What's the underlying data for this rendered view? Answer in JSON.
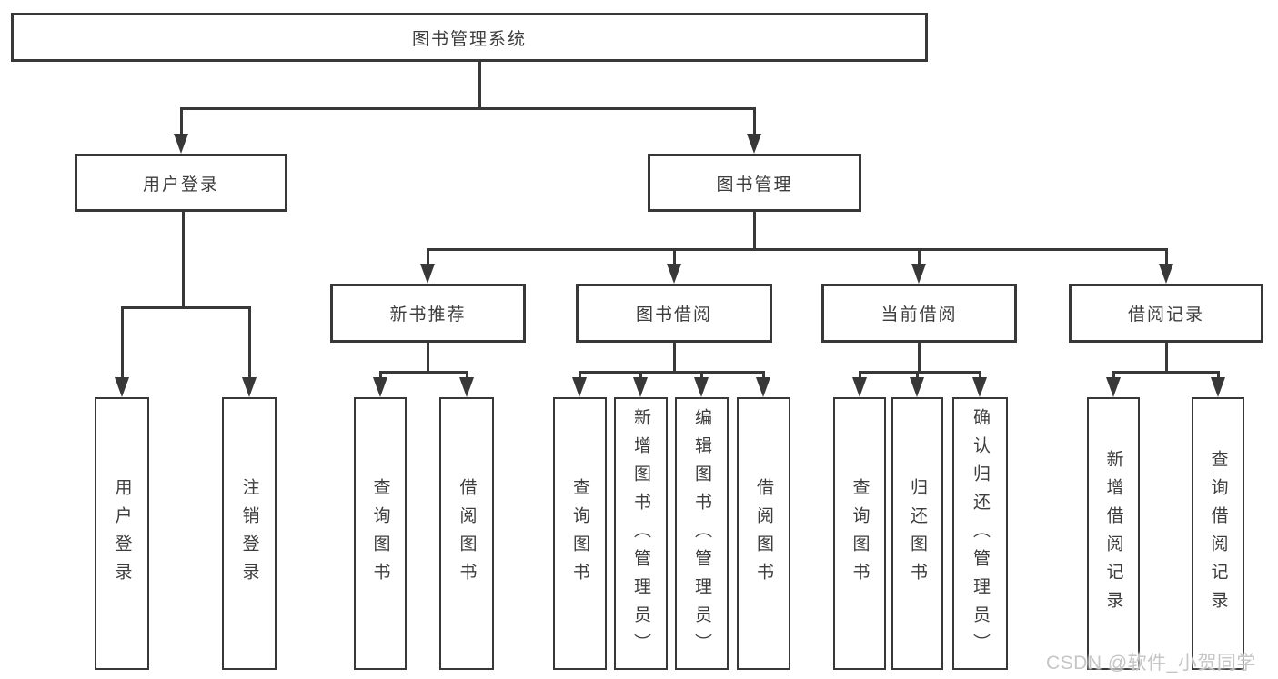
{
  "colors": {
    "line": "#383838",
    "box_border": "#383838",
    "text": "#3d3d3d",
    "watermark": "#c6c6c6",
    "background": "#ffffff"
  },
  "diagram": {
    "root": {
      "label": "图书管理系统",
      "children": [
        {
          "label": "用户登录",
          "children": [
            {
              "label": "用户登录"
            },
            {
              "label": "注销登录"
            }
          ]
        },
        {
          "label": "图书管理",
          "children": [
            {
              "label": "新书推荐",
              "children": [
                {
                  "label": "查询图书"
                },
                {
                  "label": "借阅图书"
                }
              ]
            },
            {
              "label": "图书借阅",
              "children": [
                {
                  "label": "查询图书"
                },
                {
                  "label": "新增图书（管理员）"
                },
                {
                  "label": "编辑图书（管理员）"
                },
                {
                  "label": "借阅图书"
                }
              ]
            },
            {
              "label": "当前借阅",
              "children": [
                {
                  "label": "查询图书"
                },
                {
                  "label": "归还图书"
                },
                {
                  "label": "确认归还（管理员）"
                }
              ]
            },
            {
              "label": "借阅记录",
              "children": [
                {
                  "label": "新增借阅记录"
                },
                {
                  "label": "查询借阅记录"
                }
              ]
            }
          ]
        }
      ]
    }
  },
  "watermark": {
    "text": "CSDN @软件_小贺同学"
  }
}
